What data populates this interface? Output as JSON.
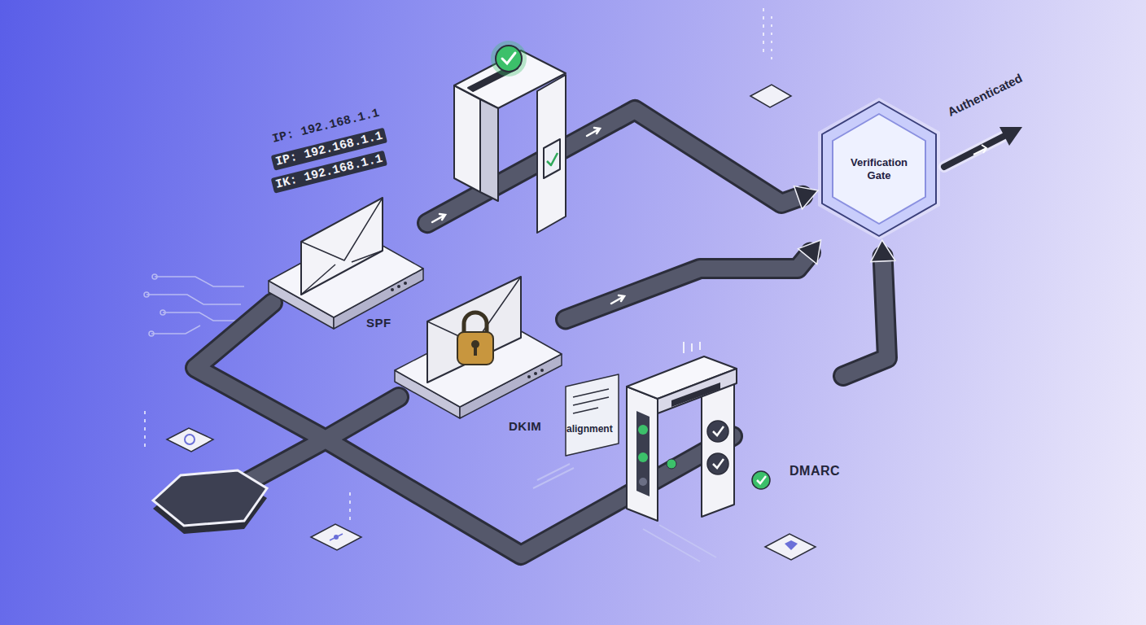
{
  "diagram": {
    "nodes": [
      {
        "text": [
          "SPF"
        ]
      },
      {
        "text": [
          "DKIM"
        ]
      },
      {
        "text": [
          "alignment",
          "DMARC"
        ]
      },
      {
        "text": [
          "Verification Gate"
        ]
      }
    ],
    "edges": [
      {
        "from": 0,
        "to": 3,
        "arrow": "to"
      },
      {
        "from": 1,
        "to": 3,
        "arrow": "to"
      },
      {
        "from": 2,
        "to": 3,
        "arrow": "to"
      }
    ],
    "labels": [
      "IP: 192.168.1.1",
      "IP: 192.168.1.1",
      "IK: 192.168.1.1",
      "Authenticated"
    ]
  }
}
